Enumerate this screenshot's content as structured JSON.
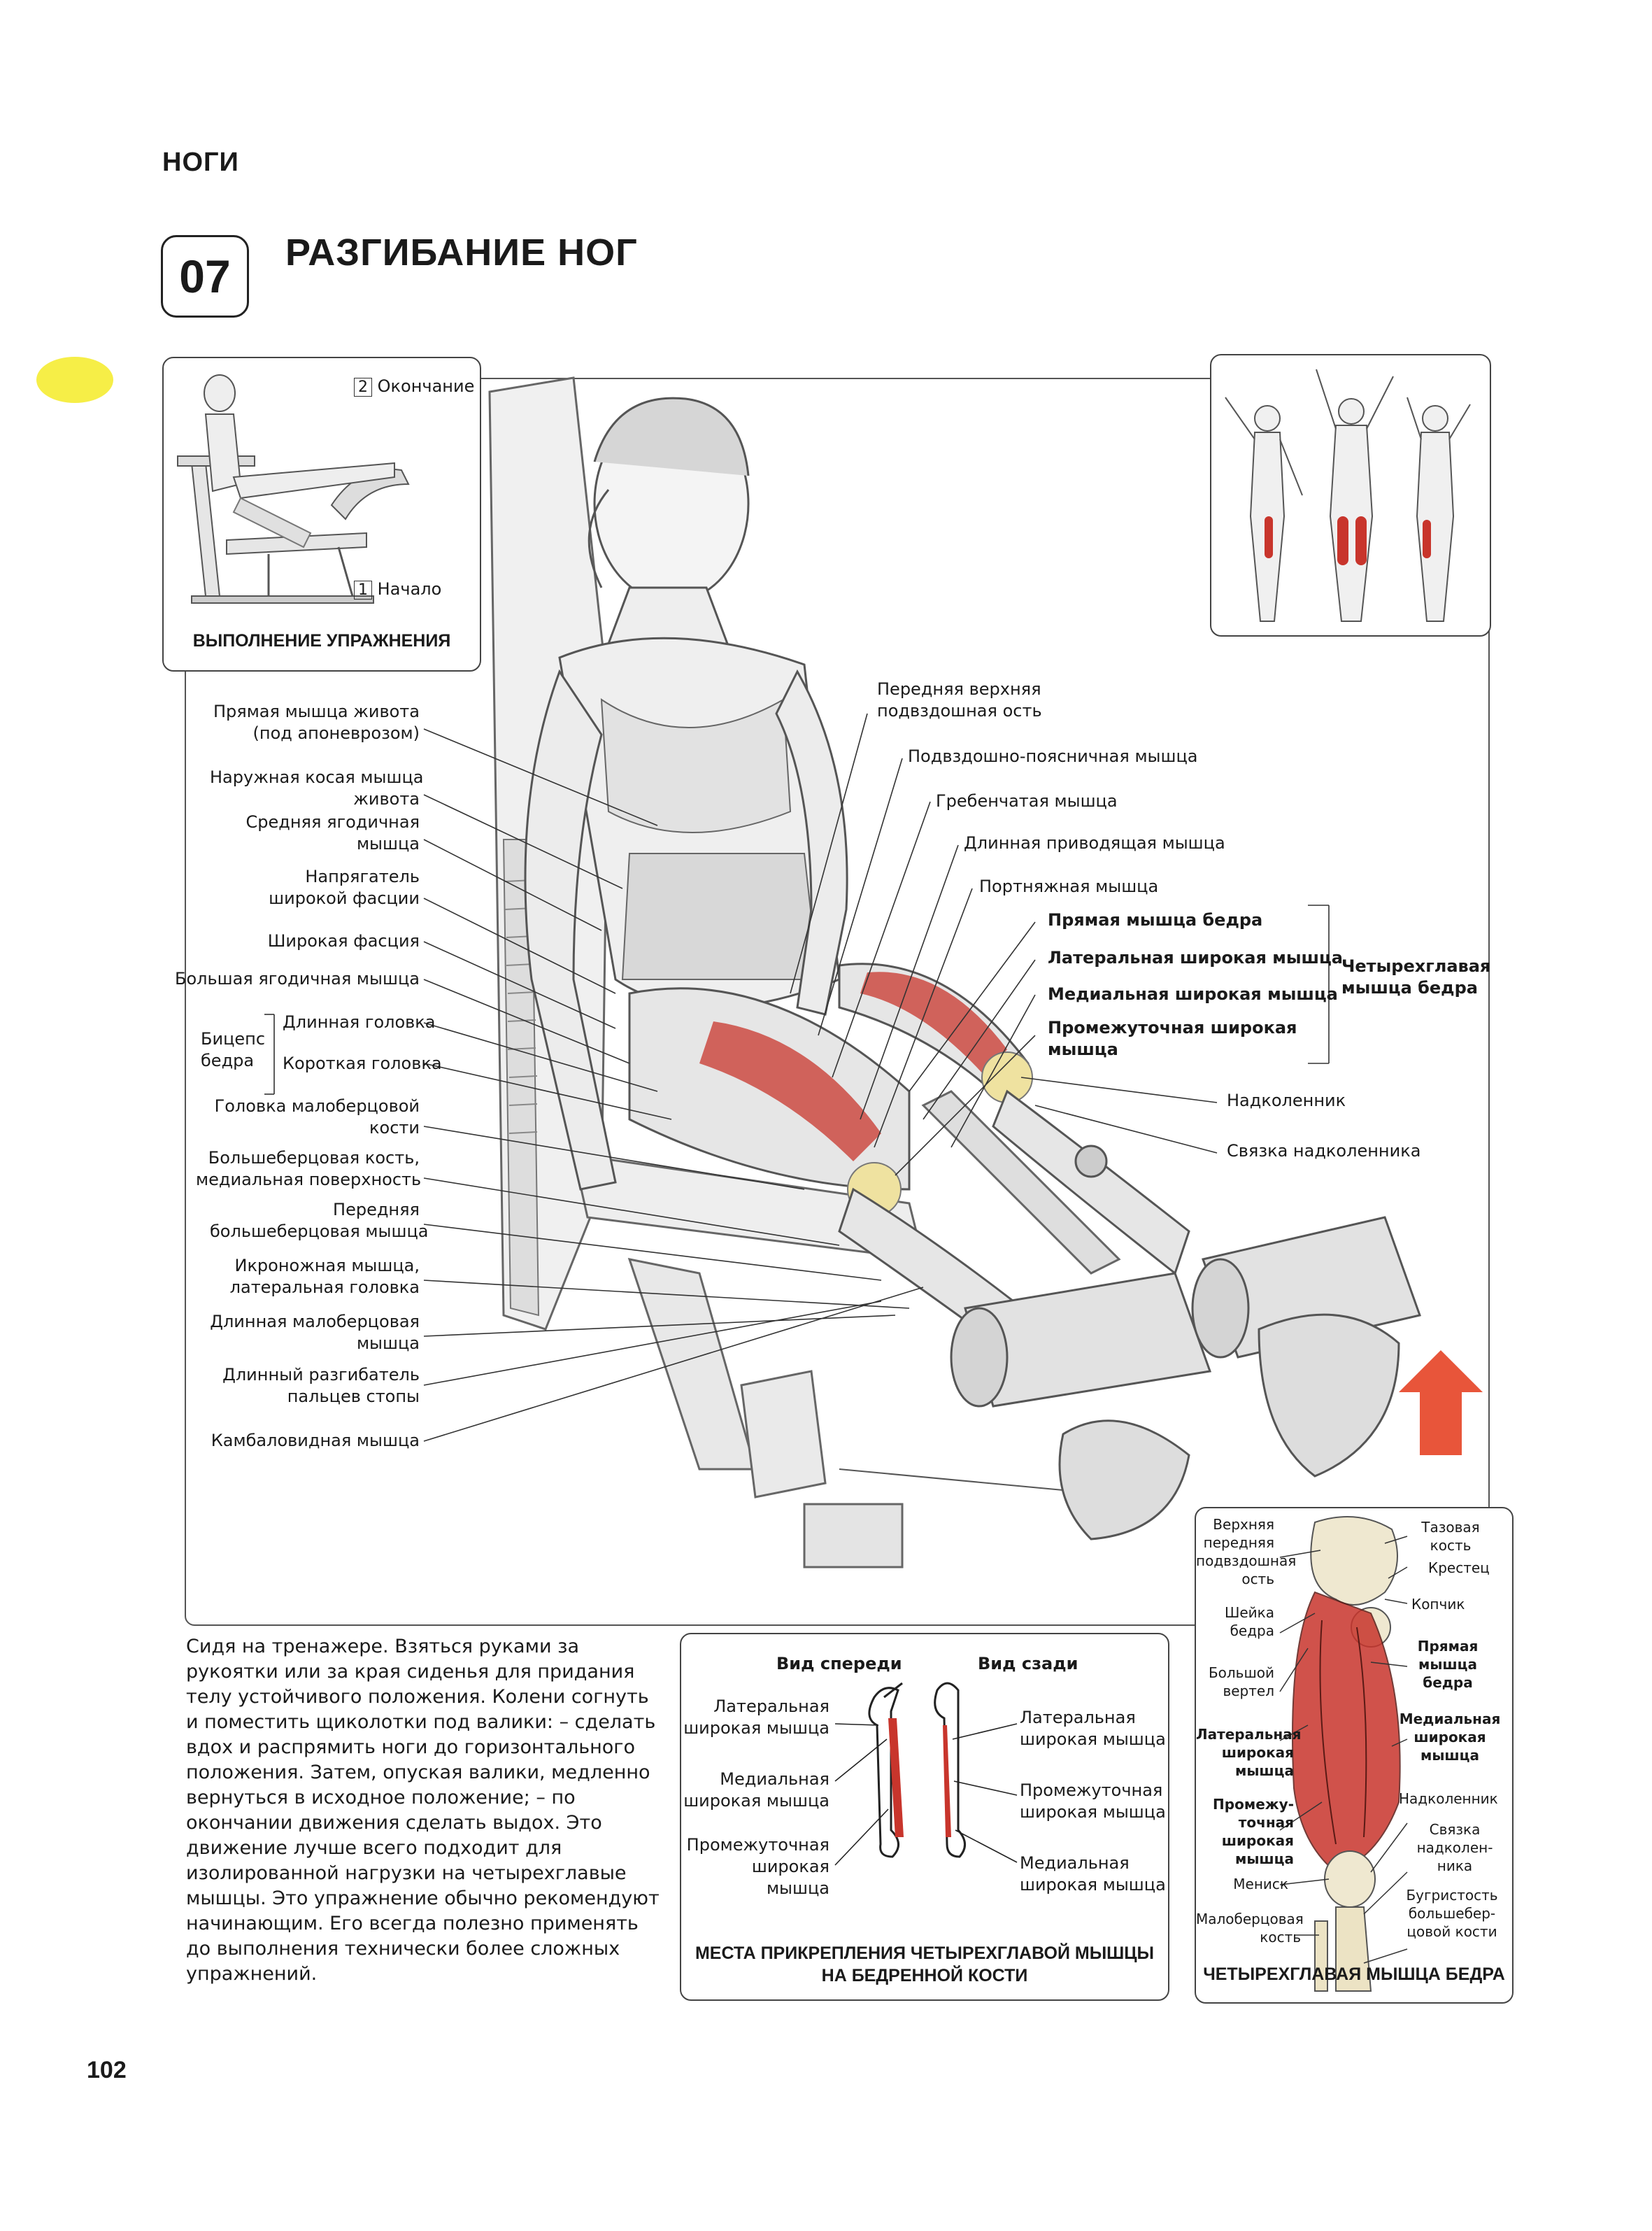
{
  "header": {
    "section": "НОГИ",
    "exercise_number": "07",
    "title": "РАЗГИБАНИЕ НОГ"
  },
  "execution_box": {
    "end_num": "2",
    "end_label": "Окончание",
    "start_num": "1",
    "start_label": "Начало",
    "caption": "ВЫПОЛНЕНИЕ УПРАЖНЕНИЯ"
  },
  "left_labels": [
    {
      "l1": "Прямая мышца живота",
      "l2": "(под апоневрозом)"
    },
    {
      "l1": "Наружная косая мышца",
      "l2": "живота"
    },
    {
      "l1": "Средняя ягодичная",
      "l2": "мышца"
    },
    {
      "l1": "Напрягатель",
      "l2": "широкой фасции"
    },
    {
      "l1": "Широкая фасция",
      "l2": ""
    },
    {
      "l1": "Большая ягодичная мышца",
      "l2": ""
    },
    {
      "l1": "Головка малоберцовой",
      "l2": "кости"
    },
    {
      "l1": "Большеберцовая кость,",
      "l2": "медиальная поверхность"
    },
    {
      "l1": "Передняя",
      "l2": "большеберцовая мышца"
    },
    {
      "l1": "Икроножная мышца,",
      "l2": "латеральная головка"
    },
    {
      "l1": "Длинная малоберцовая",
      "l2": "мышца"
    },
    {
      "l1": "Длинный разгибатель",
      "l2": "пальцев стопы"
    },
    {
      "l1": "Камбаловидная мышца",
      "l2": ""
    }
  ],
  "biceps": {
    "group": "Бицепс",
    "group2": "бедра",
    "long_head": "Длинная головка",
    "short_head": "Короткая головка"
  },
  "right_labels": [
    {
      "l1": "Передняя верхняя",
      "l2": "подвздошная ость"
    },
    {
      "l1": "Подвздошно-поясничная мышца",
      "l2": ""
    },
    {
      "l1": "Гребенчатая мышца",
      "l2": ""
    },
    {
      "l1": "Длинная приводящая мышца",
      "l2": ""
    },
    {
      "l1": "Портняжная мышца",
      "l2": ""
    },
    {
      "l1": "Надколенник",
      "l2": ""
    },
    {
      "l1": "Связка надколенника",
      "l2": ""
    }
  ],
  "quadriceps": {
    "rectus": "Прямая мышца бедра",
    "lateral": "Латеральная широкая мышца",
    "medial": "Медиальная широкая мышца",
    "intermediate1": "Промежуточная широкая",
    "intermediate2": "мышца",
    "group1": "Четырехглавая",
    "group2": "мышца бедра"
  },
  "description": "Сидя на тренажере. Взяться руками за рукоятки или за края сиденья для придания телу устойчивого положения. Колени согнуть и поместить щиколотки под валики: – сделать вдох и распрямить ноги до горизонтального положения. Затем, опуская валики, медленно вернуться в исходное положение; – по окончании движения сделать выдох. Это движение лучше всего подходит для изолированной нагрузки на четырехглавые мышцы. Это упражнение обычно рекомендуют начинающим. Его всегда полезно применять до выполнения технически более сложных упражнений.",
  "attachment_box": {
    "front_view": "Вид спереди",
    "back_view": "Вид сзади",
    "left": [
      {
        "l1": "Латеральная",
        "l2": "широкая мышца",
        "l3": ""
      },
      {
        "l1": "Медиальная",
        "l2": "широкая мышца",
        "l3": ""
      },
      {
        "l1": "Промежуточная",
        "l2": "широкая",
        "l3": "мышца"
      }
    ],
    "right": [
      {
        "l1": "Латеральная",
        "l2": "широкая мышца"
      },
      {
        "l1": "Промежуточная",
        "l2": "широкая мышца"
      },
      {
        "l1": "Медиальная",
        "l2": "широкая мышца"
      }
    ],
    "caption1": "МЕСТА ПРИКРЕПЛЕНИЯ ЧЕТЫРЕХГЛАВОЙ МЫШЦЫ",
    "caption2": "НА БЕДРЕННОЙ КОСТИ"
  },
  "quad_box": {
    "left": [
      {
        "t": "Верхняя\nпередняя\nподвздошная\nость",
        "b": false
      },
      {
        "t": "Шейка\nбедра",
        "b": false
      },
      {
        "t": "Большой\nвертел",
        "b": false
      },
      {
        "t": "Латеральная\nширокая\nмышца",
        "b": true
      },
      {
        "t": "Промежу-\nточная\nширокая\nмышца",
        "b": true
      },
      {
        "t": "Мениск",
        "b": false
      },
      {
        "t": "Малоберцовая\nкость",
        "b": false
      }
    ],
    "right": [
      {
        "t": "Тазовая\nкость",
        "b": false
      },
      {
        "t": "Крестец",
        "b": false
      },
      {
        "t": "Копчик",
        "b": false
      },
      {
        "t": "Прямая\nмышца\nбедра",
        "b": true
      },
      {
        "t": "Медиальная\nширокая\nмышца",
        "b": true
      },
      {
        "t": "Надколенник",
        "b": false
      },
      {
        "t": "Связка\nнадколен-\nника",
        "b": false
      },
      {
        "t": "Бугристость\nбольшебер-\nцовой кости",
        "b": false
      }
    ],
    "caption": "ЧЕТЫРЕХГЛАВАЯ МЫШЦА БЕДРА"
  },
  "page_number": "102",
  "colors": {
    "muscle": "#c8352c",
    "arrow": "#e8553a",
    "highlight": "#f6ee47"
  }
}
